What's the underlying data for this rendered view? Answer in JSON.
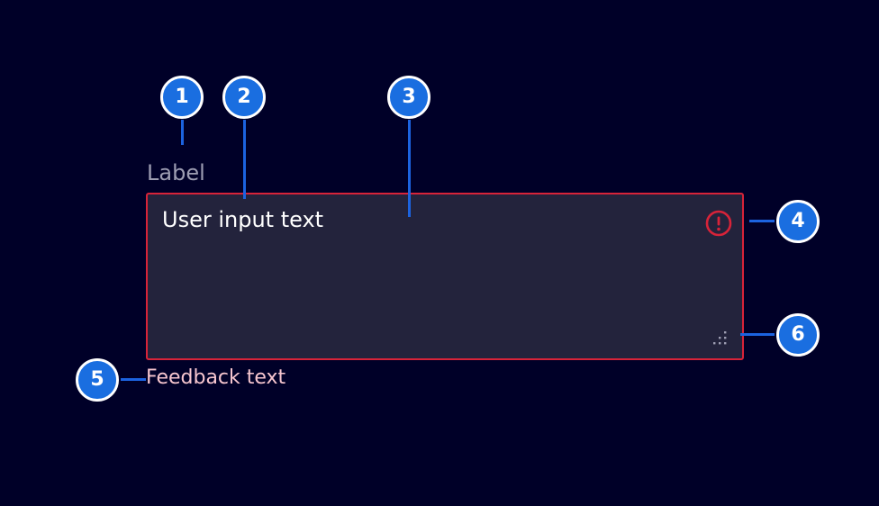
{
  "textarea": {
    "label": "Label",
    "value": "User input text",
    "feedback": "Feedback text",
    "state": "error",
    "error_icon": "exclamation-circle-icon",
    "resize_icon": "resize-grip-icon"
  },
  "callouts": [
    {
      "number": "1"
    },
    {
      "number": "2"
    },
    {
      "number": "3"
    },
    {
      "number": "4"
    },
    {
      "number": "5"
    },
    {
      "number": "6"
    }
  ],
  "colors": {
    "background": "#000028",
    "field_background": "#23233c",
    "error": "#d72339",
    "label": "#9d9db2",
    "value": "#ffffff",
    "feedback": "#f7c6cf",
    "callout": "#1a6ee0",
    "leader": "#1c63e0"
  }
}
